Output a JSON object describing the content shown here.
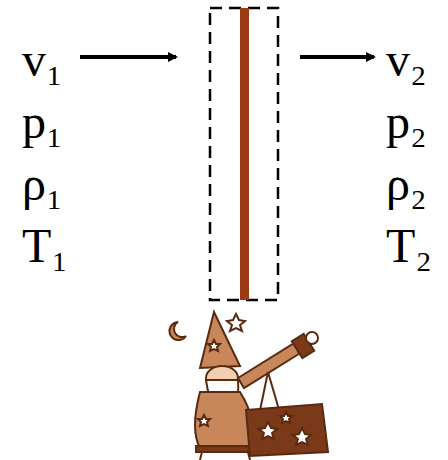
{
  "diagram": {
    "labels": [
      "v₁",
      "p₁",
      "ρ₁",
      "T₁",
      "v₂",
      "p₂",
      "ρ₂",
      "T₂"
    ]
  }
}
